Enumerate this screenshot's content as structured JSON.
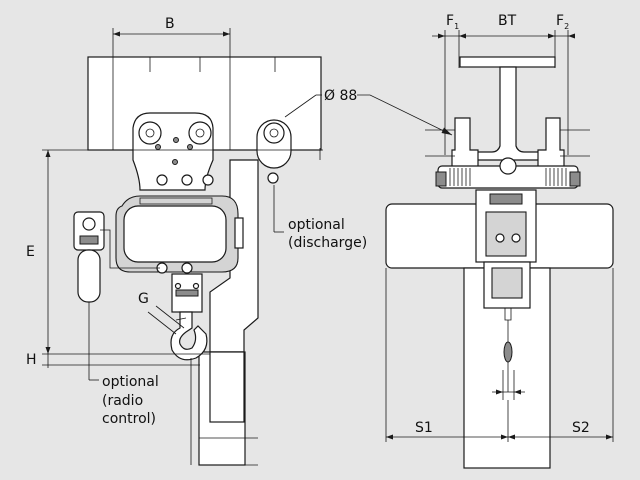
{
  "labels": {
    "b": "B",
    "e": "E",
    "h": "H",
    "g": "G",
    "diameter": "Ø 88",
    "discharge_line1": "optional",
    "discharge_line2": "(discharge)",
    "radio_line1": "optional",
    "radio_line2": "(radio",
    "radio_line3": "control)",
    "f": "F",
    "f1_sub": "1",
    "f2_sub": "2",
    "bt": "BT",
    "s1": "S1",
    "s2": "S2"
  },
  "colors": {
    "background": "#e6e6e6",
    "line": "#1a1a1a",
    "fill_light": "#ffffff",
    "fill_grey": "#d4d4d4",
    "fill_dark": "#8c8c8c"
  }
}
